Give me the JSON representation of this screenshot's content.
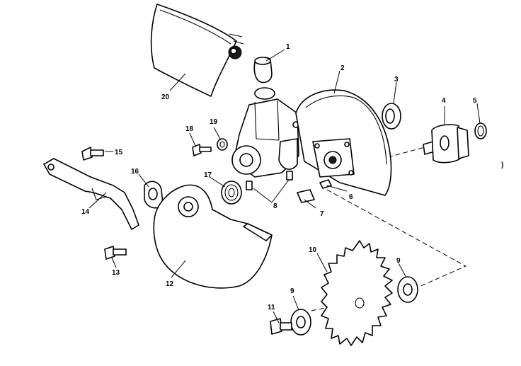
{
  "diagram": {
    "callouts": [
      {
        "id": "p1",
        "label": "1"
      },
      {
        "id": "p2",
        "label": "2"
      },
      {
        "id": "p3",
        "label": "3"
      },
      {
        "id": "p4",
        "label": "4"
      },
      {
        "id": "p5",
        "label": "5"
      },
      {
        "id": "p6",
        "label": "6"
      },
      {
        "id": "p7",
        "label": "7"
      },
      {
        "id": "p8",
        "label": "8"
      },
      {
        "id": "p9a",
        "label": "9"
      },
      {
        "id": "p9b",
        "label": "9"
      },
      {
        "id": "p10",
        "label": "10"
      },
      {
        "id": "p11",
        "label": "11"
      },
      {
        "id": "p12",
        "label": "12"
      },
      {
        "id": "p13",
        "label": "13"
      },
      {
        "id": "p14",
        "label": "14"
      },
      {
        "id": "p15",
        "label": "15"
      },
      {
        "id": "p16",
        "label": "16"
      },
      {
        "id": "p17",
        "label": "17"
      },
      {
        "id": "p18",
        "label": "18"
      },
      {
        "id": "p19",
        "label": "19"
      },
      {
        "id": "p20",
        "label": "20"
      }
    ],
    "edge_mark": ")"
  }
}
